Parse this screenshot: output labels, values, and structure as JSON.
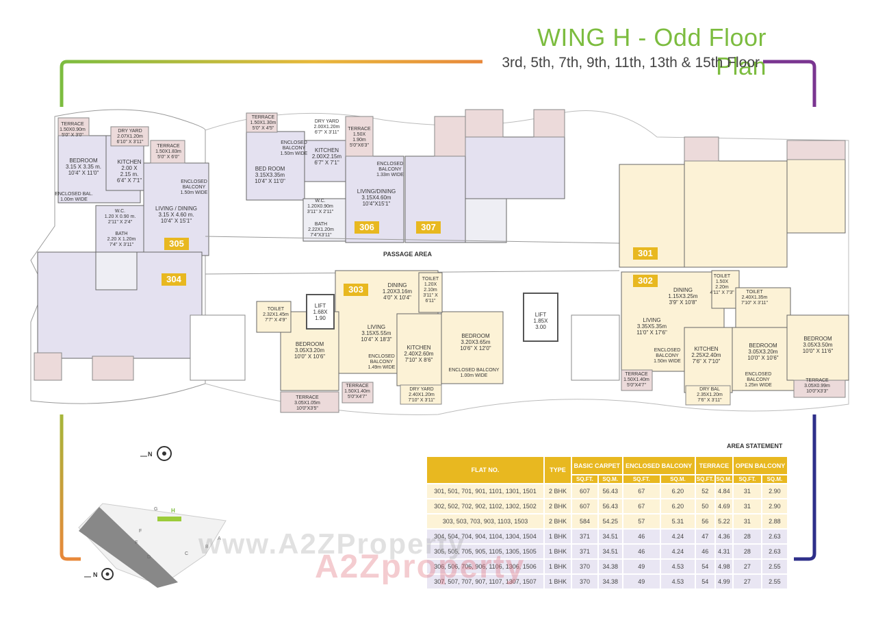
{
  "header": {
    "title": "WING H -  Odd Floor Plan",
    "subtitle": "3rd, 5th, 7th, 9th, 11th, 13th & 15th Floor"
  },
  "colors": {
    "accent_green": "#7cbc3f",
    "accent_orange": "#e8883a",
    "accent_purple": "#7a3590",
    "accent_navy": "#2e2f8a",
    "badge_yellow": "#e8b820",
    "unit_purple": "#e4e1f0",
    "unit_cream": "#fcf2d6",
    "terrace_pink": "#ecdada"
  },
  "units": [
    "305",
    "304",
    "306",
    "307",
    "303",
    "301",
    "302"
  ],
  "rooms": {
    "r305_terrace": "TERRACE\n1.50X0.90m\n5'0\" X 3'0\"",
    "r305_dryyard": "DRY YARD\n2.07X1.20m\n6'10\" X 3'11\"",
    "r305_terrace2": "TERRACE\n1.50X1.83m\n5'0\" X 6'0\"",
    "r305_bedroom": "BEDROOM\n3.15 X 3.35 m.\n10'4\" X 11'0\"",
    "r305_kitchen": "KITCHEN\n2.00 X\n2.15 m.\n6'4\" X 7'1\"",
    "r305_encbal": "ENCLOSED\nBALCONY\n1.50m WIDE",
    "r305_encbal2": "ENCLOSED BAL.\n1.00m WIDE",
    "r305_living": "LIVING / DINING\n3.15 X 4.60 m.\n10'4\" X 15'1\"",
    "r305_wc": "W.C.\n1.20 X 0.90 m.\n2'11\" X 2'4\"",
    "r305_bath": "BATH\n2.20 X 1.20m\n7'4\" X 3'11\"",
    "r306_terrace": "TERRACE\n1.50X1.30m\n5'0\" X 4'5\"",
    "r306_encbal": "ENCLOSED\nBALCONY\n1.50m WIDE",
    "r306_dryyard": "DRY YARD\n2.00X1.20m\n6'7\" X 3'11\"",
    "r306_terrace2": "TERRACE\n1.50X\n1.90m\n5'0\"X6'3\"",
    "r306_kitchen": "KITCHEN\n2.00X2.15m\n6'7\" X 7'1\"",
    "r306_bedroom": "BED ROOM\n3.15X3.35m\n10'4\" X 11'0\"",
    "r306_encbal2": "ENCLOSED\nBALCONY\n1.33m WIDE",
    "r306_living": "LIVING/DINING\n3.15X4.60m\n10'4\"X15'1\"",
    "r306_wc": "W.C.\n1.20X0.90m\n3'11\" X 2'11\"",
    "r306_bath": "BATH\n2.22X1.20m\n7'4\"X3'11\"",
    "passage": "PASSAGE AREA",
    "lift1": "LIFT\n1.68X\n1.90",
    "lift2": "LIFT\n1.85X\n3.00",
    "r303_toilet": "TOILET\n2.32X1.45m\n7'7\" X 4'9\"",
    "r303_dining": "DINING\n1.20X3.16m\n4'0\" X 10'4\"",
    "r303_toilet2": "TOILET\n1.20X\n2.10m\n3'11\" X\n6'11\"",
    "r303_living": "LIVING\n3.15X5.55m\n10'4\" X 18'3\"",
    "r303_bedroom": "BEDROOM\n3.05X3.20m\n10'0\" X 10'6\"",
    "r303_kitchen": "KITCHEN\n2.40X2.60m\n7'10\" X 8'6\"",
    "r303_bedroom2": "BEDROOM\n3.20X3.65m\n10'6\" X 12'0\"",
    "r303_encbal": "ENCLOSED\nBALCONY\n1.49m WIDE",
    "r303_encbal2": "ENCLOSED BALCONY\n1.00m WIDE",
    "r303_terrace": "TERRACE\n1.50X1.40m\n5'0\"X4'7\"",
    "r303_dryyard": "DRY YARD\n2.40X1.20m\n7'10\" X 3'11\"",
    "r303_terrace2": "TERRACE\n3.05X1.05m\n10'0\"X3'5\"",
    "r302_dining": "DINING\n1.15X3.25m\n3'9\" X 10'8\"",
    "r302_toilet": "TOILET\n1.50X\n2.20m\n4'11\" X 7'3\"",
    "r302_toilet2": "TOILET\n2.40X1.35m\n7'10\" X 3'11\"",
    "r302_living": "LIVING\n3.35X5.35m\n11'0\" X 17'6\"",
    "r302_encbal": "ENCLOSED\nBALCONY\n1.50m WIDE",
    "r302_kitchen": "KITCHEN\n2.25X2.40m\n7'6\" X 7'10\"",
    "r302_bedroom": "BEDROOM\n3.05X3.20m\n10'0\" X 10'6\"",
    "r302_bedroom2": "BEDROOM\n3.05X3.50m\n10'0\" X 11'6\"",
    "r302_encbal2": "ENCLOSED\nBALCONY\n1.25m WIDE",
    "r302_terrace": "TERRACE\n1.50X1.40m\n5'0\"X4'7\"",
    "r302_drybal": "DRY BAL\n2.35X1.20m\n7'6\" X 3'11\"",
    "r302_terrace2": "TERRACE\n3.05X0.99m\n10'0\"X3'3\""
  },
  "area_statement": {
    "title": "AREA STATEMENT",
    "headers": [
      "FLAT NO.",
      "TYPE",
      "BASIC CARPET",
      "ENCLOSED BALCONY",
      "TERRACE",
      "OPEN BALCONY"
    ],
    "sub_headers": [
      "SQ.FT.",
      "SQ.M."
    ],
    "rows": [
      [
        "301, 501, 701, 901, 1101, 1301, 1501",
        "2 BHK",
        "607",
        "56.43",
        "67",
        "6.20",
        "52",
        "4.84",
        "31",
        "2.90"
      ],
      [
        "302, 502, 702, 902, 1102, 1302, 1502",
        "2 BHK",
        "607",
        "56.43",
        "67",
        "6.20",
        "50",
        "4.69",
        "31",
        "2.90"
      ],
      [
        "303, 503, 703, 903, 1103, 1503",
        "2 BHK",
        "584",
        "54.25",
        "57",
        "5.31",
        "56",
        "5.22",
        "31",
        "2.88"
      ],
      [
        "304, 504, 704, 904, 1104, 1304, 1504",
        "1 BHK",
        "371",
        "34.51",
        "46",
        "4.24",
        "47",
        "4.36",
        "28",
        "2.63"
      ],
      [
        "305, 505, 705, 905, 1105, 1305, 1505",
        "1 BHK",
        "371",
        "34.51",
        "46",
        "4.24",
        "46",
        "4.31",
        "28",
        "2.63"
      ],
      [
        "306, 506, 706, 906, 1106, 1306, 1506",
        "1 BHK",
        "370",
        "34.38",
        "49",
        "4.53",
        "54",
        "4.98",
        "27",
        "2.55"
      ],
      [
        "307, 507, 707, 907, 1107, 1307, 1507",
        "1 BHK",
        "370",
        "34.38",
        "49",
        "4.53",
        "54",
        "4.99",
        "27",
        "2.55"
      ]
    ]
  },
  "north_label": "N",
  "key_plan_wings": [
    "G",
    "H",
    "F",
    "E",
    "D",
    "C",
    "B",
    "A"
  ],
  "watermark": "www.A2ZProperty",
  "watermark_logo": "A2Zproperty"
}
